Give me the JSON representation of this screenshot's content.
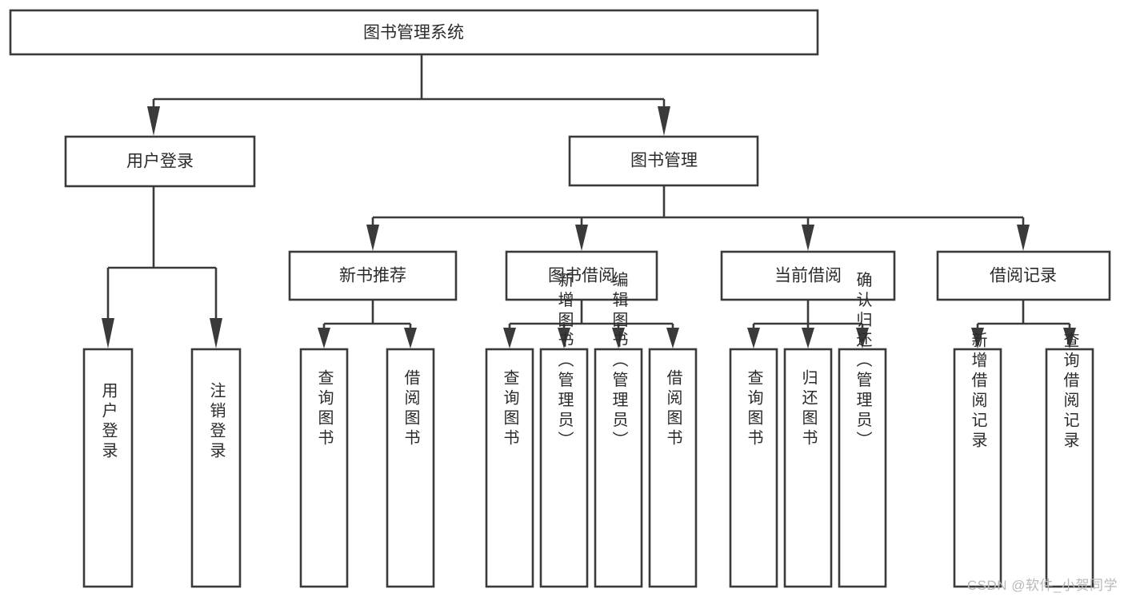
{
  "diagram": {
    "title": "图书管理系统",
    "type": "hierarchy-tree",
    "watermark": "CSDN @软件_小贺同学",
    "colors": {
      "stroke": "#3a3a3a",
      "fill": "#ffffff",
      "text": "#2b2b2b",
      "watermark": "#b9b9b9"
    },
    "root": {
      "label": "图书管理系统"
    },
    "level2": [
      {
        "label": "用户登录"
      },
      {
        "label": "图书管理"
      }
    ],
    "level3": [
      {
        "label": "新书推荐"
      },
      {
        "label": "图书借阅"
      },
      {
        "label": "当前借阅"
      },
      {
        "label": "借阅记录"
      }
    ],
    "leaves": {
      "user_login": [
        {
          "label": "用户登录"
        },
        {
          "label": "注销登录"
        }
      ],
      "new_book_recommend": [
        {
          "label": "查询图书"
        },
        {
          "label": "借阅图书"
        }
      ],
      "book_borrow": [
        {
          "label": "查询图书"
        },
        {
          "label": "新增图书（管理员）"
        },
        {
          "label": "编辑图书（管理员）"
        },
        {
          "label": "借阅图书"
        }
      ],
      "current_borrow": [
        {
          "label": "查询图书"
        },
        {
          "label": "归还图书"
        },
        {
          "label": "确认归还（管理员）"
        }
      ],
      "borrow_record": [
        {
          "label": "新增借阅记录"
        },
        {
          "label": "查询借阅记录"
        }
      ]
    }
  }
}
